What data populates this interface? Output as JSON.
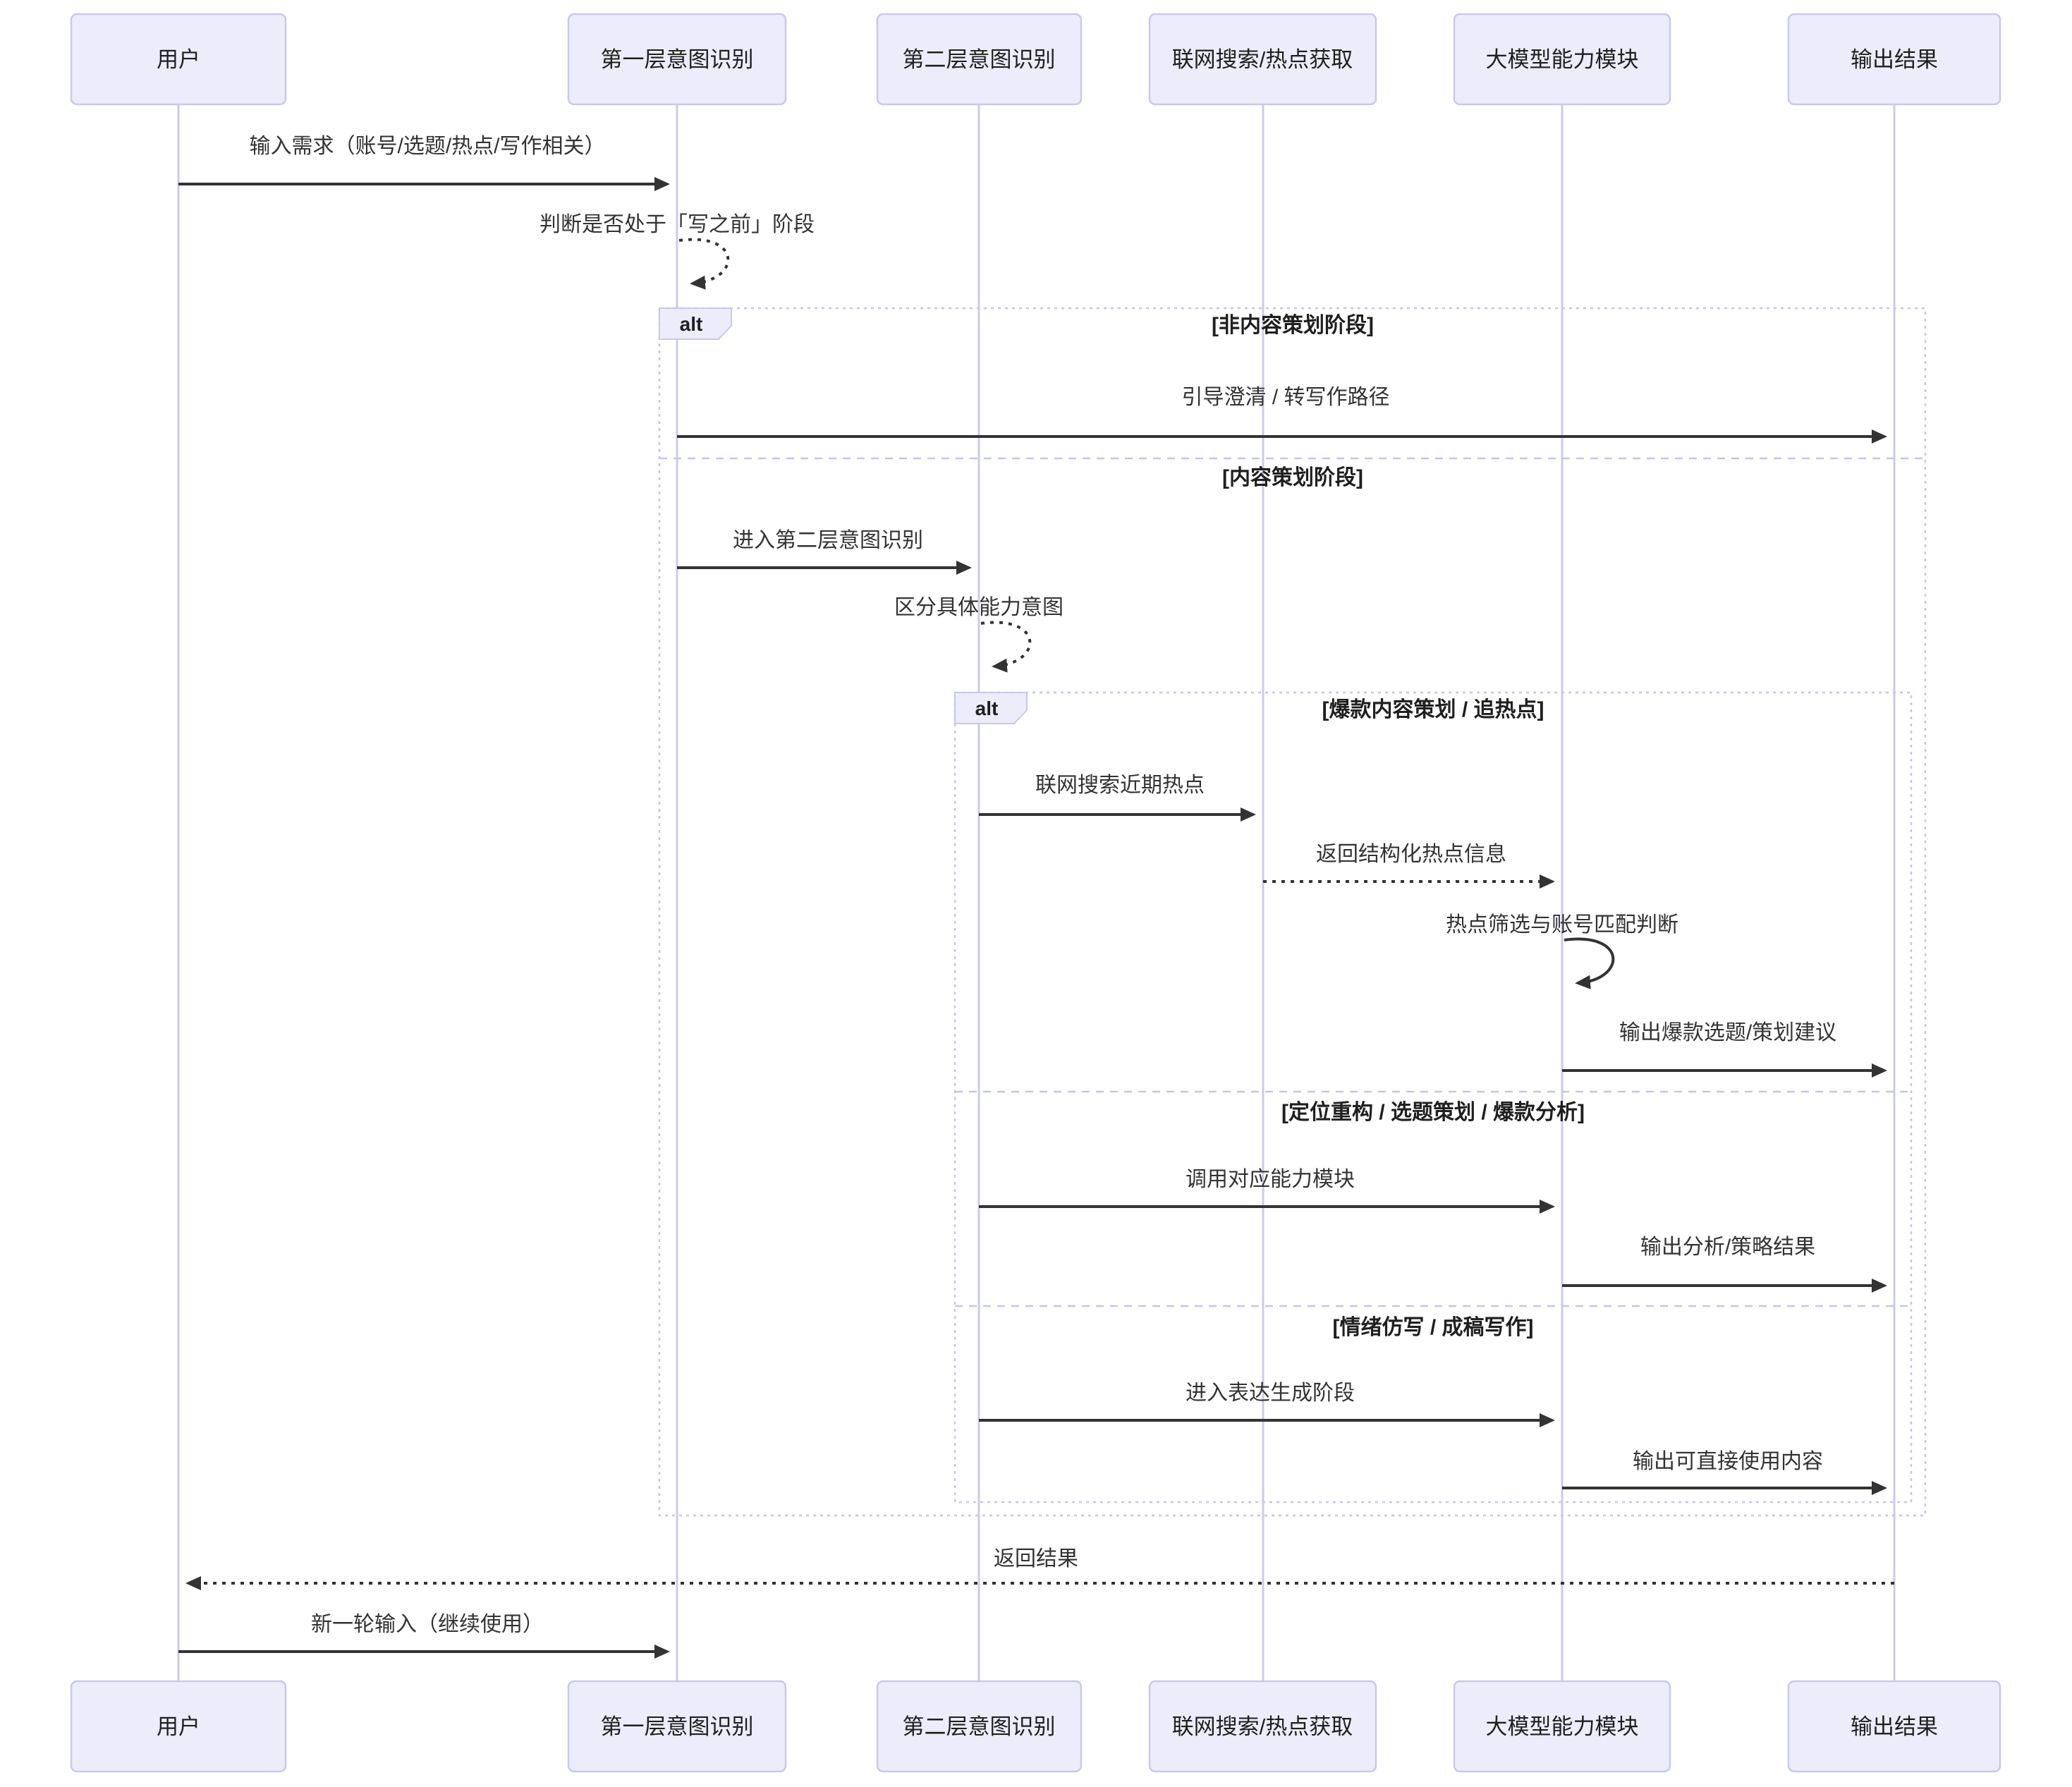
{
  "diagram_type": "sequence",
  "colors": {
    "background": "#FFFFFF",
    "actor_fill": "#ECECFA",
    "actor_border": "#C9C9E8",
    "lifeline": "#CBCBE8",
    "frame_border": "#C5C5ED",
    "text": "#333333",
    "arrow": "#333333"
  },
  "participants": [
    {
      "label": "用户"
    },
    {
      "label": "第一层意图识别"
    },
    {
      "label": "第二层意图识别"
    },
    {
      "label": "联网搜索/热点获取"
    },
    {
      "label": "大模型能力模块"
    },
    {
      "label": "输出结果"
    }
  ],
  "alt_outer": {
    "label": "alt",
    "conditions": [
      "[非内容策划阶段]",
      "[内容策划阶段]"
    ]
  },
  "alt_inner": {
    "label": "alt",
    "conditions": [
      "[爆款内容策划 / 追热点]",
      "[定位重构 / 选题策划 / 爆款分析]",
      "[情绪仿写 / 成稿写作]"
    ]
  },
  "messages": [
    {
      "from": "用户",
      "to": "第一层意图识别",
      "text": "输入需求（账号/选题/热点/写作相关）",
      "style": "solid"
    },
    {
      "from": "第一层意图识别",
      "to": "第一层意图识别",
      "text": "判断是否处于「写之前」阶段",
      "style": "dashed-self"
    },
    {
      "from": "第一层意图识别",
      "to": "输出结果",
      "text": "引导澄清 / 转写作路径",
      "style": "solid"
    },
    {
      "from": "第一层意图识别",
      "to": "第二层意图识别",
      "text": "进入第二层意图识别",
      "style": "solid"
    },
    {
      "from": "第二层意图识别",
      "to": "第二层意图识别",
      "text": "区分具体能力意图",
      "style": "dashed-self"
    },
    {
      "from": "第二层意图识别",
      "to": "联网搜索/热点获取",
      "text": "联网搜索近期热点",
      "style": "solid"
    },
    {
      "from": "联网搜索/热点获取",
      "to": "大模型能力模块",
      "text": "返回结构化热点信息",
      "style": "dotted"
    },
    {
      "from": "大模型能力模块",
      "to": "大模型能力模块",
      "text": "热点筛选与账号匹配判断",
      "style": "solid-self"
    },
    {
      "from": "大模型能力模块",
      "to": "输出结果",
      "text": "输出爆款选题/策划建议",
      "style": "solid"
    },
    {
      "from": "第二层意图识别",
      "to": "大模型能力模块",
      "text": "调用对应能力模块",
      "style": "solid"
    },
    {
      "from": "大模型能力模块",
      "to": "输出结果",
      "text": "输出分析/策略结果",
      "style": "solid"
    },
    {
      "from": "第二层意图识别",
      "to": "大模型能力模块",
      "text": "进入表达生成阶段",
      "style": "solid"
    },
    {
      "from": "大模型能力模块",
      "to": "输出结果",
      "text": "输出可直接使用内容",
      "style": "solid"
    },
    {
      "from": "输出结果",
      "to": "用户",
      "text": "返回结果",
      "style": "dotted"
    },
    {
      "from": "用户",
      "to": "第一层意图识别",
      "text": "新一轮输入（继续使用）",
      "style": "solid"
    }
  ]
}
